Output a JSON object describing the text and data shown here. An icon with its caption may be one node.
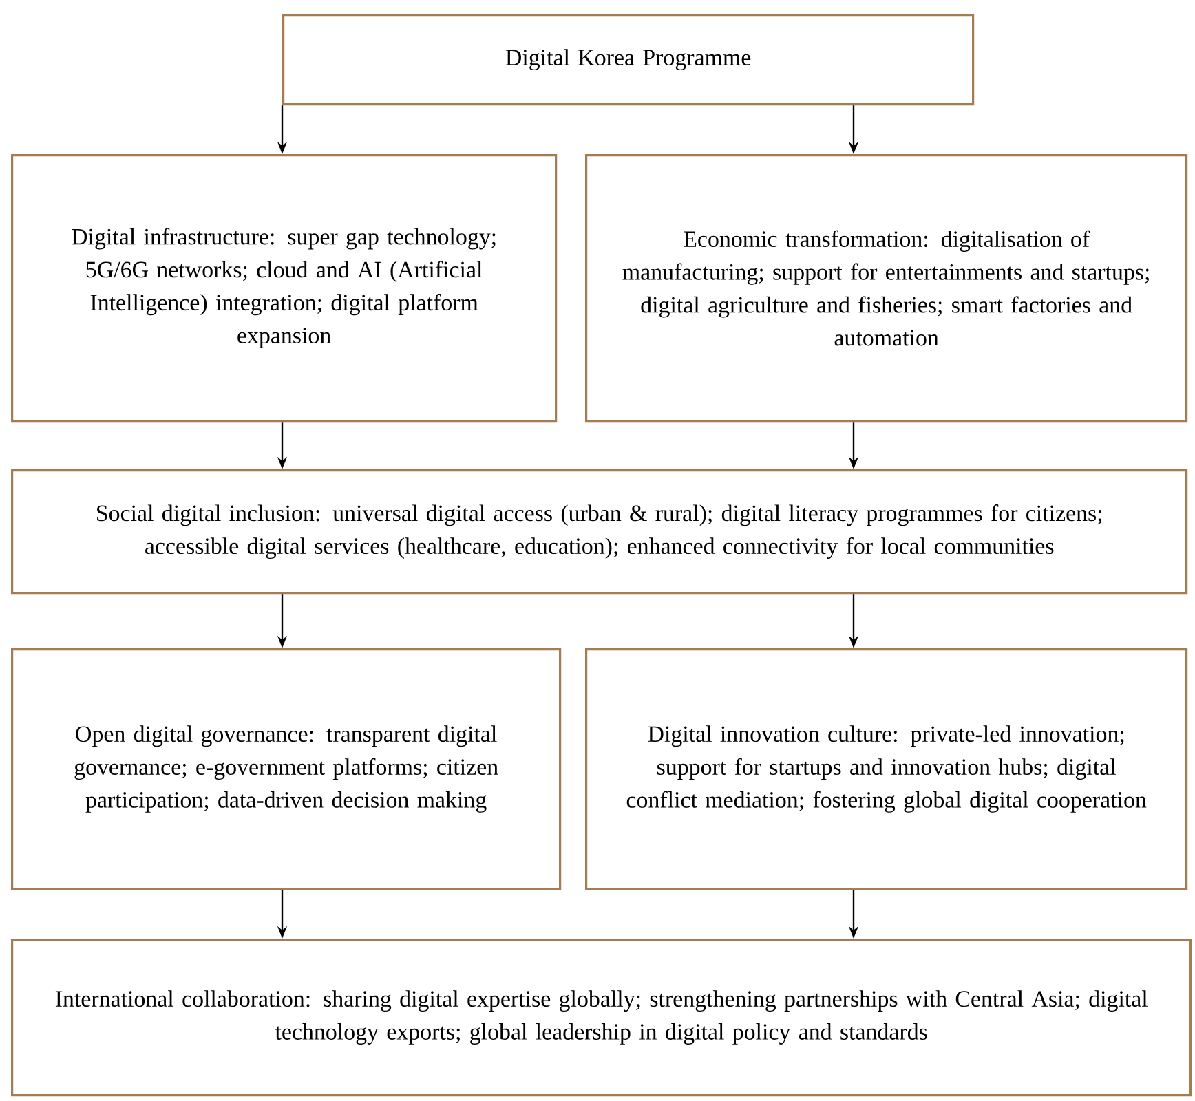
{
  "diagram": {
    "nodes": [
      {
        "text": [
          "Digital Korea Programme"
        ]
      },
      {
        "text": [
          "Digital infrastructure: super gap technology; 5G/6G networks; cloud and AI (Artificial Intelligence) integration; digital platform expansion"
        ]
      },
      {
        "text": [
          "Economic transformation: digitalisation of manufacturing; support for entertainments and startups; digital agriculture and fisheries; smart factories and automation"
        ]
      },
      {
        "text": [
          "Social digital inclusion: universal digital access (urban & rural); digital literacy programmes for citizens; accessible digital services (healthcare, education); enhanced connectivity for local communities"
        ]
      },
      {
        "text": [
          "Open digital governance: transparent digital governance; e-government platforms; citizen participation; data-driven decision making"
        ]
      },
      {
        "text": [
          "Digital innovation culture: private-led innovation; support for startups and innovation hubs; digital conflict mediation; fostering global digital cooperation"
        ]
      },
      {
        "text": [
          "International collaboration: sharing digital expertise globally; strengthening partnerships with Central Asia; digital technology exports; global leadership in digital policy and standards"
        ]
      }
    ],
    "edges": [
      {
        "from": 0,
        "to": 1,
        "arrow": "to"
      },
      {
        "from": 0,
        "to": 2,
        "arrow": "to"
      },
      {
        "from": 1,
        "to": 3,
        "arrow": "to"
      },
      {
        "from": 2,
        "to": 3,
        "arrow": "to"
      },
      {
        "from": 3,
        "to": 4,
        "arrow": "to"
      },
      {
        "from": 3,
        "to": 5,
        "arrow": "to"
      },
      {
        "from": 4,
        "to": 6,
        "arrow": "to"
      },
      {
        "from": 5,
        "to": 6,
        "arrow": "to"
      }
    ]
  }
}
